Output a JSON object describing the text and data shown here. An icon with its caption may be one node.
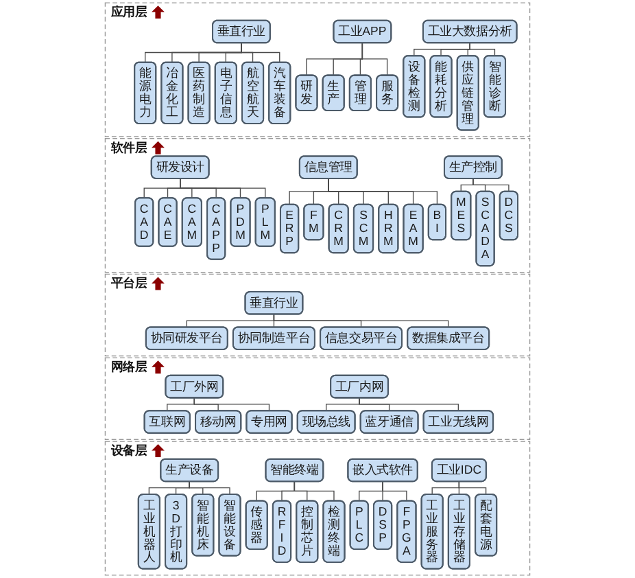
{
  "diagram": {
    "nodes": [
      {
        "text": [
          "应用层"
        ]
      },
      {
        "text": [
          "垂直行业"
        ],
        "in": 0
      },
      {
        "text": [
          "能源电力"
        ],
        "in": 0
      },
      {
        "text": [
          "冶金化工"
        ],
        "in": 0
      },
      {
        "text": [
          "医药制造"
        ],
        "in": 0
      },
      {
        "text": [
          "电子信息"
        ],
        "in": 0
      },
      {
        "text": [
          "航空航天"
        ],
        "in": 0
      },
      {
        "text": [
          "汽车装备"
        ],
        "in": 0
      },
      {
        "text": [
          "工业APP"
        ],
        "in": 0
      },
      {
        "text": [
          "研发"
        ],
        "in": 0
      },
      {
        "text": [
          "生产"
        ],
        "in": 0
      },
      {
        "text": [
          "管理"
        ],
        "in": 0
      },
      {
        "text": [
          "服务"
        ],
        "in": 0
      },
      {
        "text": [
          "工业大数据分析"
        ],
        "in": 0
      },
      {
        "text": [
          "设备检测"
        ],
        "in": 0
      },
      {
        "text": [
          "能耗分析"
        ],
        "in": 0
      },
      {
        "text": [
          "供应链管理"
        ],
        "in": 0
      },
      {
        "text": [
          "智能诊断"
        ],
        "in": 0
      },
      {
        "text": [
          "软件层"
        ]
      },
      {
        "text": [
          "研发设计"
        ],
        "in": 18
      },
      {
        "text": [
          "CAD"
        ],
        "in": 18
      },
      {
        "text": [
          "CAE"
        ],
        "in": 18
      },
      {
        "text": [
          "CAM"
        ],
        "in": 18
      },
      {
        "text": [
          "CAPP"
        ],
        "in": 18
      },
      {
        "text": [
          "PDM"
        ],
        "in": 18
      },
      {
        "text": [
          "PLM"
        ],
        "in": 18
      },
      {
        "text": [
          "信息管理"
        ],
        "in": 18
      },
      {
        "text": [
          "ERP"
        ],
        "in": 18
      },
      {
        "text": [
          "FM"
        ],
        "in": 18
      },
      {
        "text": [
          "CRM"
        ],
        "in": 18
      },
      {
        "text": [
          "SCM"
        ],
        "in": 18
      },
      {
        "text": [
          "HRM"
        ],
        "in": 18
      },
      {
        "text": [
          "EAM"
        ],
        "in": 18
      },
      {
        "text": [
          "BI"
        ],
        "in": 18
      },
      {
        "text": [
          "生产控制"
        ],
        "in": 18
      },
      {
        "text": [
          "MES"
        ],
        "in": 18
      },
      {
        "text": [
          "SCADA"
        ],
        "in": 18
      },
      {
        "text": [
          "DCS"
        ],
        "in": 18
      },
      {
        "text": [
          "平台层"
        ]
      },
      {
        "text": [
          "垂直行业"
        ],
        "in": 38
      },
      {
        "text": [
          "协同研发平台"
        ],
        "in": 38
      },
      {
        "text": [
          "协同制造平台"
        ],
        "in": 38
      },
      {
        "text": [
          "信息交易平台"
        ],
        "in": 38
      },
      {
        "text": [
          "数据集成平台"
        ],
        "in": 38
      },
      {
        "text": [
          "网络层"
        ]
      },
      {
        "text": [
          "工厂外网"
        ],
        "in": 44
      },
      {
        "text": [
          "互联网"
        ],
        "in": 44
      },
      {
        "text": [
          "移动网"
        ],
        "in": 44
      },
      {
        "text": [
          "专用网"
        ],
        "in": 44
      },
      {
        "text": [
          "工厂内网"
        ],
        "in": 44
      },
      {
        "text": [
          "现场总线"
        ],
        "in": 44
      },
      {
        "text": [
          "蓝牙通信"
        ],
        "in": 44
      },
      {
        "text": [
          "工业无线网"
        ],
        "in": 44
      },
      {
        "text": [
          "设备层"
        ]
      },
      {
        "text": [
          "生产设备"
        ],
        "in": 53
      },
      {
        "text": [
          "工业机器人"
        ],
        "in": 53
      },
      {
        "text": [
          "3D打印机"
        ],
        "in": 53
      },
      {
        "text": [
          "智能机床"
        ],
        "in": 53
      },
      {
        "text": [
          "智能设备"
        ],
        "in": 53
      },
      {
        "text": [
          "智能终端"
        ],
        "in": 53
      },
      {
        "text": [
          "传感器"
        ],
        "in": 53
      },
      {
        "text": [
          "RFID"
        ],
        "in": 53
      },
      {
        "text": [
          "控制芯片"
        ],
        "in": 53
      },
      {
        "text": [
          "检测终端"
        ],
        "in": 53
      },
      {
        "text": [
          "嵌入式软件"
        ],
        "in": 53
      },
      {
        "text": [
          "PLC"
        ],
        "in": 53
      },
      {
        "text": [
          "DSP"
        ],
        "in": 53
      },
      {
        "text": [
          "FPGA"
        ],
        "in": 53
      },
      {
        "text": [
          "工业IDC"
        ],
        "in": 53
      },
      {
        "text": [
          "工业服务器"
        ],
        "in": 53
      },
      {
        "text": [
          "工业存储器"
        ],
        "in": 53
      },
      {
        "text": [
          "配套电源"
        ],
        "in": 53
      }
    ],
    "edges": [
      {
        "from": 1,
        "to": 2,
        "arrow": "none"
      },
      {
        "from": 1,
        "to": 3,
        "arrow": "none"
      },
      {
        "from": 1,
        "to": 4,
        "arrow": "none"
      },
      {
        "from": 1,
        "to": 5,
        "arrow": "none"
      },
      {
        "from": 1,
        "to": 6,
        "arrow": "none"
      },
      {
        "from": 1,
        "to": 7,
        "arrow": "none"
      },
      {
        "from": 8,
        "to": 9,
        "arrow": "none"
      },
      {
        "from": 8,
        "to": 10,
        "arrow": "none"
      },
      {
        "from": 8,
        "to": 11,
        "arrow": "none"
      },
      {
        "from": 8,
        "to": 12,
        "arrow": "none"
      },
      {
        "from": 13,
        "to": 14,
        "arrow": "none"
      },
      {
        "from": 13,
        "to": 15,
        "arrow": "none"
      },
      {
        "from": 13,
        "to": 16,
        "arrow": "none"
      },
      {
        "from": 13,
        "to": 17,
        "arrow": "none"
      },
      {
        "from": 19,
        "to": 20,
        "arrow": "none"
      },
      {
        "from": 19,
        "to": 21,
        "arrow": "none"
      },
      {
        "from": 19,
        "to": 22,
        "arrow": "none"
      },
      {
        "from": 19,
        "to": 23,
        "arrow": "none"
      },
      {
        "from": 19,
        "to": 24,
        "arrow": "none"
      },
      {
        "from": 19,
        "to": 25,
        "arrow": "none"
      },
      {
        "from": 26,
        "to": 27,
        "arrow": "none"
      },
      {
        "from": 26,
        "to": 28,
        "arrow": "none"
      },
      {
        "from": 26,
        "to": 29,
        "arrow": "none"
      },
      {
        "from": 26,
        "to": 30,
        "arrow": "none"
      },
      {
        "from": 26,
        "to": 31,
        "arrow": "none"
      },
      {
        "from": 26,
        "to": 32,
        "arrow": "none"
      },
      {
        "from": 26,
        "to": 33,
        "arrow": "none"
      },
      {
        "from": 34,
        "to": 35,
        "arrow": "none"
      },
      {
        "from": 34,
        "to": 36,
        "arrow": "none"
      },
      {
        "from": 34,
        "to": 37,
        "arrow": "none"
      },
      {
        "from": 39,
        "to": 40,
        "arrow": "none"
      },
      {
        "from": 39,
        "to": 41,
        "arrow": "none"
      },
      {
        "from": 39,
        "to": 42,
        "arrow": "none"
      },
      {
        "from": 39,
        "to": 43,
        "arrow": "none"
      },
      {
        "from": 45,
        "to": 46,
        "arrow": "none"
      },
      {
        "from": 45,
        "to": 47,
        "arrow": "none"
      },
      {
        "from": 45,
        "to": 48,
        "arrow": "none"
      },
      {
        "from": 49,
        "to": 50,
        "arrow": "none"
      },
      {
        "from": 49,
        "to": 51,
        "arrow": "none"
      },
      {
        "from": 49,
        "to": 52,
        "arrow": "none"
      },
      {
        "from": 54,
        "to": 55,
        "arrow": "none"
      },
      {
        "from": 54,
        "to": 56,
        "arrow": "none"
      },
      {
        "from": 54,
        "to": 57,
        "arrow": "none"
      },
      {
        "from": 54,
        "to": 58,
        "arrow": "none"
      },
      {
        "from": 59,
        "to": 60,
        "arrow": "none"
      },
      {
        "from": 59,
        "to": 61,
        "arrow": "none"
      },
      {
        "from": 59,
        "to": 62,
        "arrow": "none"
      },
      {
        "from": 59,
        "to": 63,
        "arrow": "none"
      },
      {
        "from": 64,
        "to": 65,
        "arrow": "none"
      },
      {
        "from": 64,
        "to": 66,
        "arrow": "none"
      },
      {
        "from": 64,
        "to": 67,
        "arrow": "none"
      },
      {
        "from": 68,
        "to": 69,
        "arrow": "none"
      },
      {
        "from": 68,
        "to": 70,
        "arrow": "none"
      },
      {
        "from": 68,
        "to": 71,
        "arrow": "none"
      }
    ]
  }
}
